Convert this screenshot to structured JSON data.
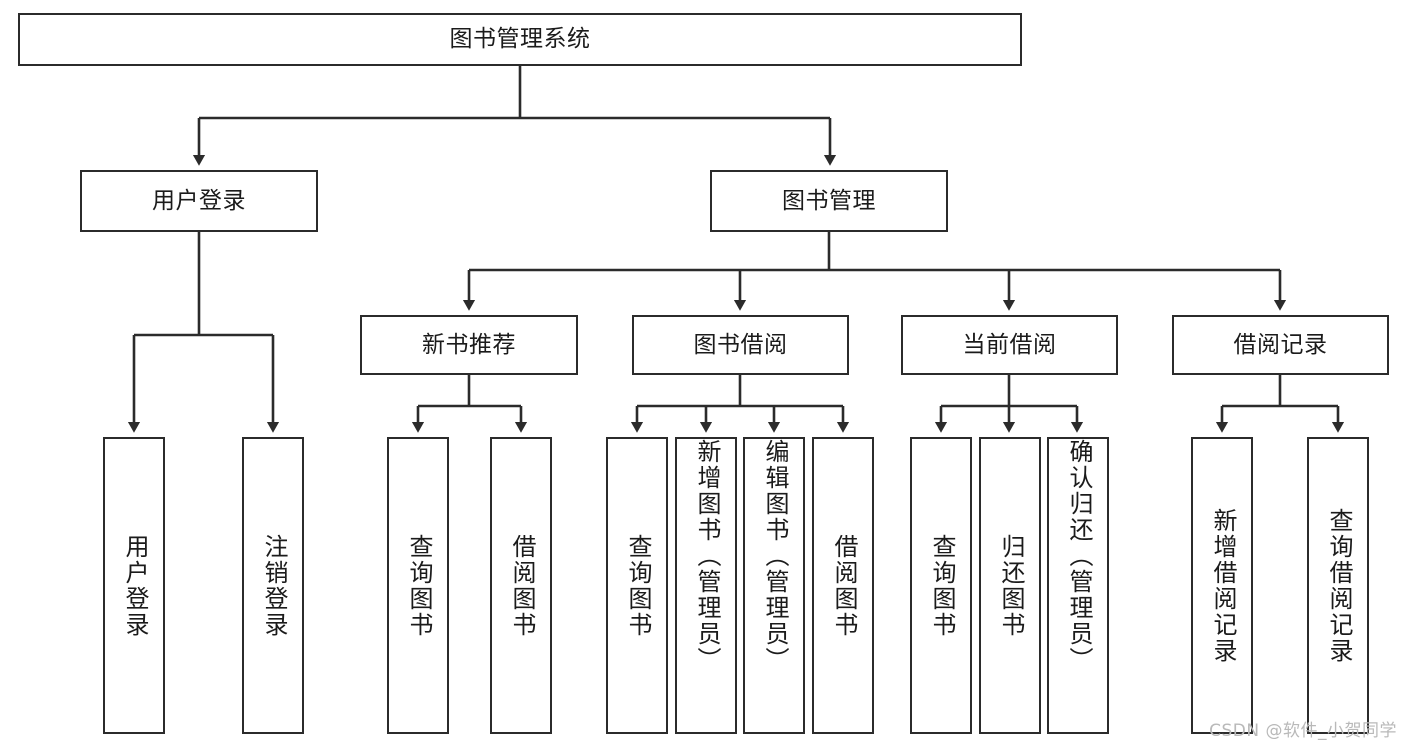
{
  "diagram": {
    "type": "tree-hierarchy",
    "title": "图书管理系统",
    "watermark": "CSDN @软件_小贺同学",
    "colors": {
      "box_border": "#2b2b2b",
      "box_fill": "#ffffff",
      "connector": "#2b2b2b",
      "text": "#1b1b1b",
      "watermark": "#b9b9b9",
      "background": "#ffffff"
    },
    "root": {
      "label": "图书管理系统"
    },
    "level2": [
      {
        "id": "user-login",
        "label": "用户登录"
      },
      {
        "id": "book-manage",
        "label": "图书管理"
      }
    ],
    "level3": [
      {
        "id": "new-book-rec",
        "label": "新书推荐"
      },
      {
        "id": "book-borrow",
        "label": "图书借阅"
      },
      {
        "id": "current-borrow",
        "label": "当前借阅"
      },
      {
        "id": "borrow-record",
        "label": "借阅记录"
      }
    ],
    "leaves": {
      "user-login": [
        {
          "id": "leaf-user-login",
          "label": "用户登录"
        },
        {
          "id": "leaf-user-logout",
          "label": "注销登录"
        }
      ],
      "new-book-rec": [
        {
          "id": "leaf-query-book-1",
          "label": "查询图书"
        },
        {
          "id": "leaf-borrow-book-1",
          "label": "借阅图书"
        }
      ],
      "book-borrow": [
        {
          "id": "leaf-query-book-2",
          "label": "查询图书"
        },
        {
          "id": "leaf-add-book",
          "label": "新增图书（管理员）"
        },
        {
          "id": "leaf-edit-book",
          "label": "编辑图书（管理员）"
        },
        {
          "id": "leaf-borrow-book-2",
          "label": "借阅图书"
        }
      ],
      "current-borrow": [
        {
          "id": "leaf-query-book-3",
          "label": "查询图书"
        },
        {
          "id": "leaf-return-book",
          "label": "归还图书"
        },
        {
          "id": "leaf-confirm-return",
          "label": "确认归还（管理员）"
        }
      ],
      "borrow-record": [
        {
          "id": "leaf-add-record",
          "label": "新增借阅记录"
        },
        {
          "id": "leaf-query-record",
          "label": "查询借阅记录"
        }
      ]
    }
  }
}
